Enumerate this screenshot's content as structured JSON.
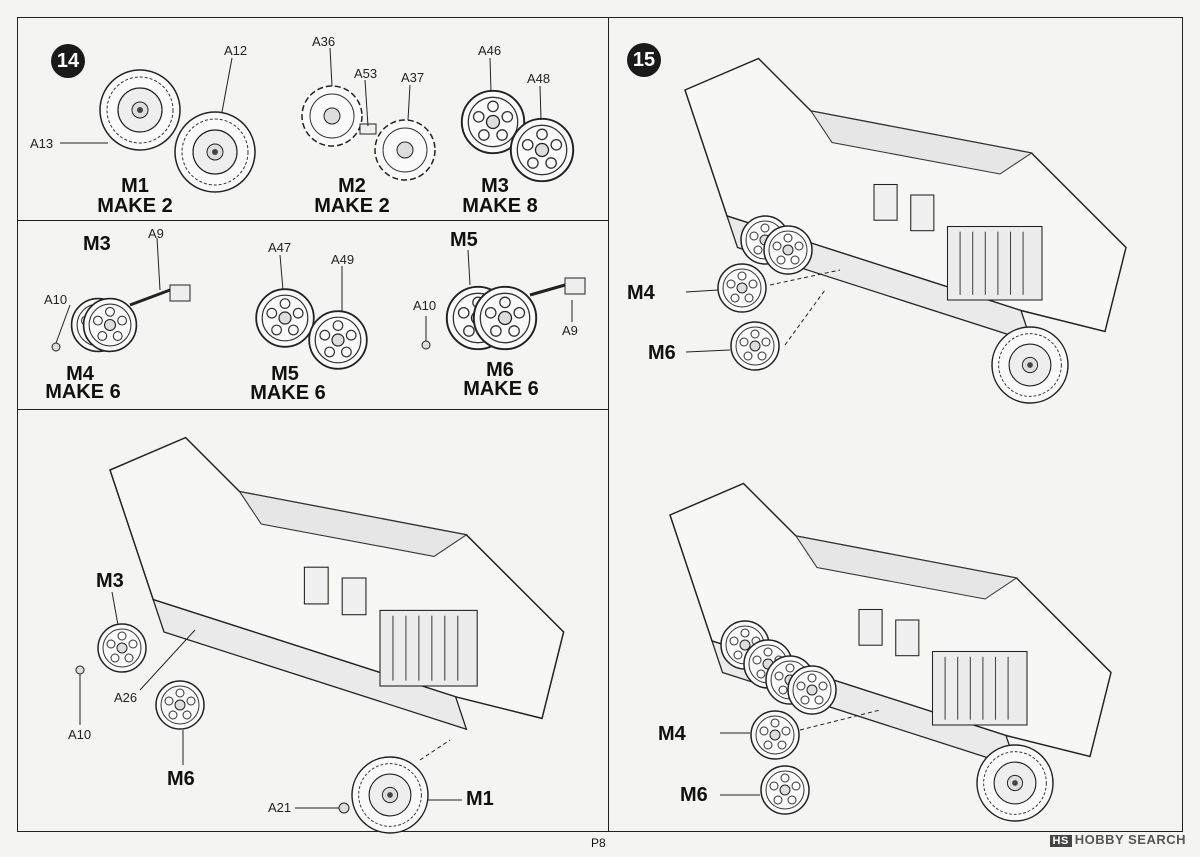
{
  "page": {
    "number": "P8"
  },
  "watermark": {
    "text": "HOBBY SEARCH"
  },
  "step14": {
    "number": "14",
    "row1": [
      {
        "id": "M1",
        "make": "MAKE 2",
        "parts": [
          "A12",
          "A13"
        ]
      },
      {
        "id": "M2",
        "make": "MAKE 2",
        "parts": [
          "A36",
          "A53",
          "A37"
        ]
      },
      {
        "id": "M3",
        "make": "MAKE 8",
        "parts": [
          "A46",
          "A48"
        ]
      }
    ],
    "row2": [
      {
        "id": "M4",
        "make": "MAKE 6",
        "header": "M3",
        "parts": [
          "A9",
          "A10"
        ]
      },
      {
        "id": "M5",
        "make": "MAKE 6",
        "parts": [
          "A47",
          "A49"
        ]
      },
      {
        "id": "M6",
        "make": "MAKE 6",
        "header": "M5",
        "parts": [
          "A10",
          "A9"
        ]
      }
    ],
    "assembly": {
      "labels": [
        "M3",
        "A26",
        "A10",
        "M6",
        "A21",
        "M1"
      ]
    }
  },
  "step15": {
    "number": "15",
    "top": {
      "labels": [
        "M4",
        "M6"
      ]
    },
    "bottom": {
      "labels": [
        "M4",
        "M6"
      ]
    }
  }
}
